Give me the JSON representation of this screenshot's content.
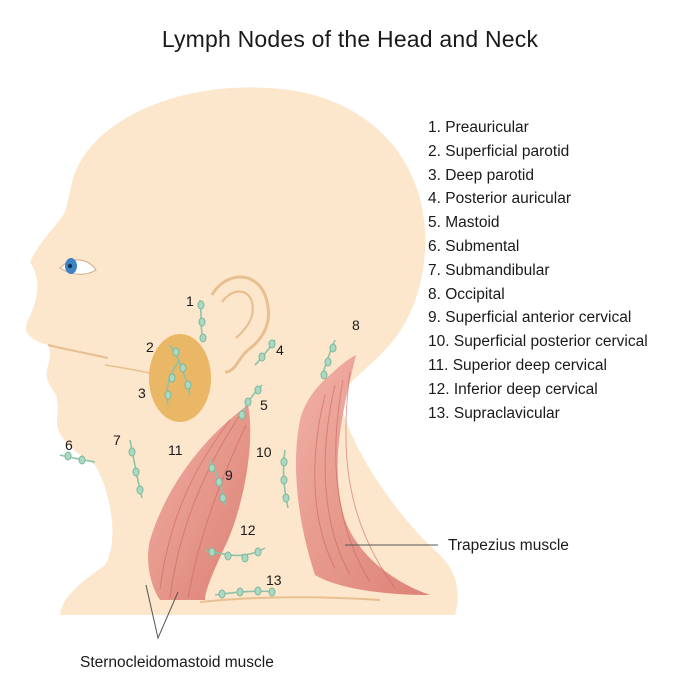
{
  "title": "Lymph Nodes of  the Head and Neck",
  "legend": [
    "1. Preauricular",
    "2. Superficial parotid",
    "3. Deep parotid",
    "4. Posterior auricular",
    "5. Mastoid",
    "6. Submental",
    "7. Submandibular",
    "8. Occipital",
    "9. Superficial anterior cervical",
    "10. Superficial posterior cervical",
    "11. Superior deep cervical",
    "12. Inferior deep cervical",
    "13. Supraclavicular"
  ],
  "markers": [
    "1",
    "2",
    "3",
    "4",
    "5",
    "6",
    "7",
    "8",
    "9",
    "10",
    "11",
    "12",
    "13"
  ],
  "labels": {
    "trapezius": "Trapezius muscle",
    "sternocleidomastoid": "Sternocleidomastoid muscle"
  },
  "colors": {
    "skin": "#fce6cc",
    "ear_line": "#e8bf90",
    "parotid": "#e7b15a",
    "muscle": "#e8968c",
    "node": "#a9d9c3",
    "vessel": "#8fc3a9",
    "iris": "#3f83c4"
  }
}
